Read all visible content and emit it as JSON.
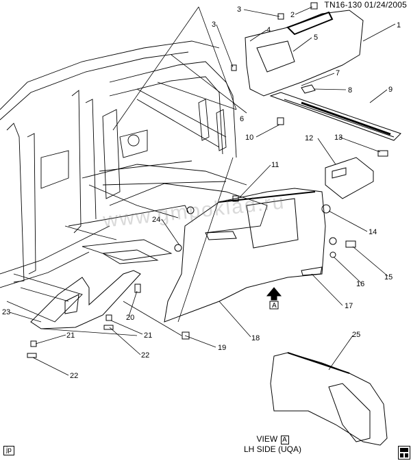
{
  "header": {
    "id": "TN16-130",
    "date": "01/24/2005"
  },
  "watermark": "www.gmpoklad.ru",
  "view_caption": {
    "view_word": "VIEW",
    "view_letter": "A",
    "subtitle": "LH SIDE (UQA)"
  },
  "arrow_letter": "A",
  "corner_tag": "jp",
  "callouts": [
    "1",
    "2",
    "3",
    "3",
    "4",
    "5",
    "6",
    "7",
    "8",
    "9",
    "10",
    "11",
    "12",
    "13",
    "14",
    "15",
    "16",
    "17",
    "18",
    "19",
    "20",
    "21",
    "21",
    "22",
    "22",
    "23",
    "24",
    "25"
  ],
  "icons": [
    "gm-logo-icon",
    "view-arrow-icon"
  ]
}
